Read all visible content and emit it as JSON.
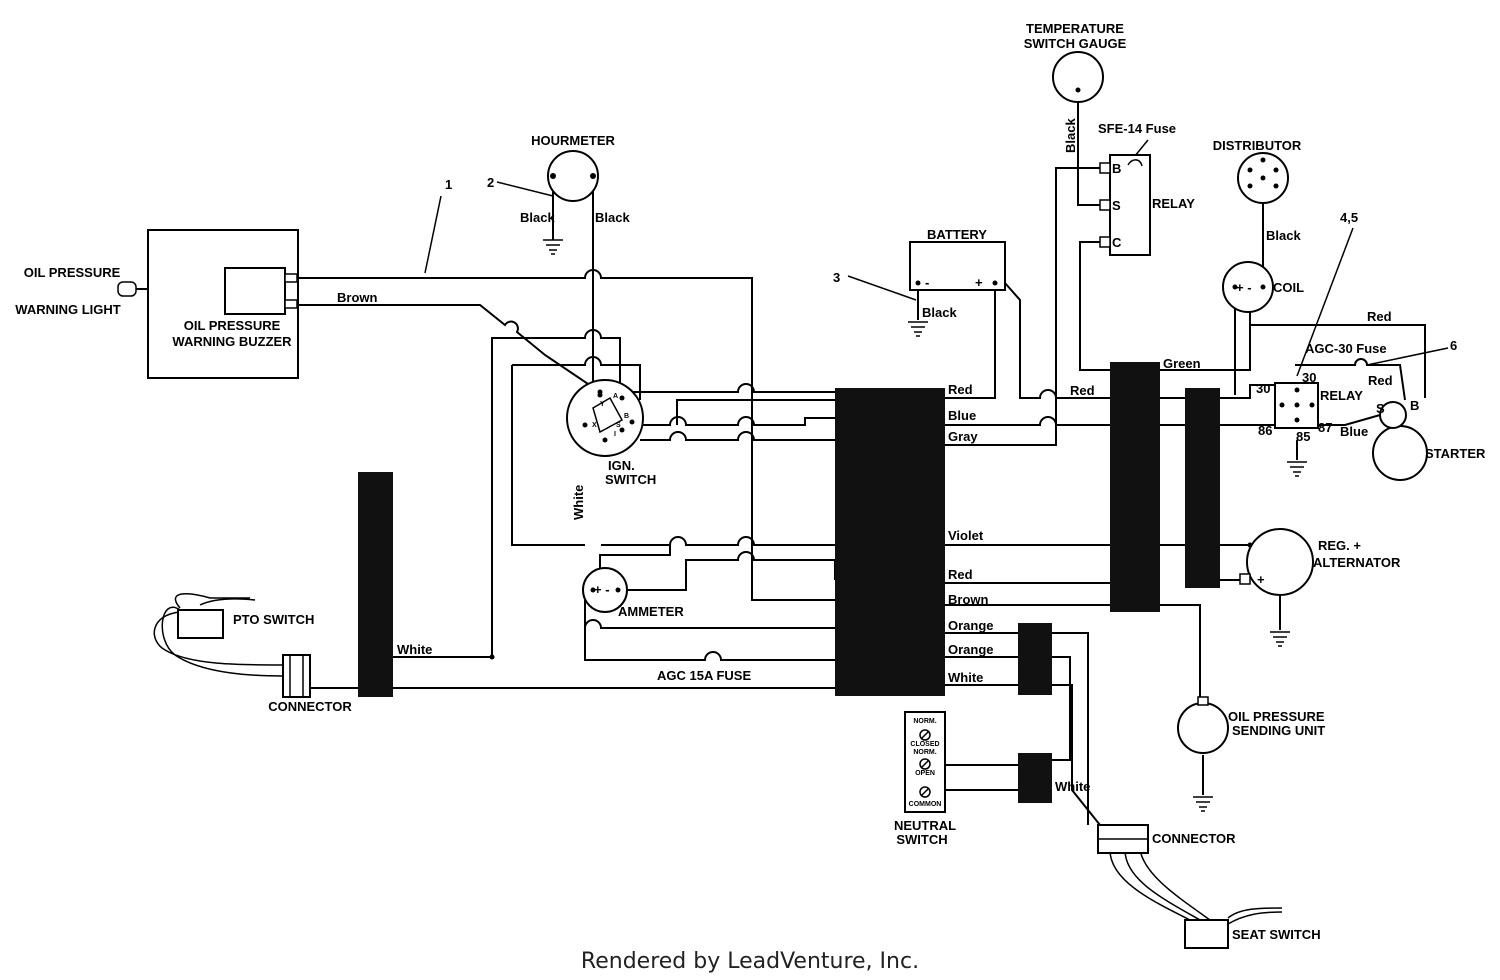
{
  "components": {
    "temp_gauge": "TEMPERATURE SWITCH GAUGE",
    "temp_gauge_l1": "TEMPERATURE",
    "temp_gauge_l2": "SWITCH GAUGE",
    "sfe_fuse": "SFE-14 Fuse",
    "relay_top": "RELAY",
    "relay_top_b": "B",
    "relay_top_s": "S",
    "relay_top_c": "C",
    "distributor": "DISTRIBUTOR",
    "hourmeter": "HOURMETER",
    "battery": "BATTERY",
    "battery_minus": "-",
    "battery_plus": "+",
    "oil_light_l1": "OIL PRESSURE",
    "oil_light_l2": "WARNING LIGHT",
    "buzzer_l1": "OIL PRESSURE",
    "buzzer_l2": "WARNING BUZZER",
    "coil": "COIL",
    "coil_sign": "+ -",
    "agc30": "AGC-30 Fuse",
    "relay_mid": "RELAY",
    "relay_p30a": "30",
    "relay_p30b": "30",
    "relay_p86": "86",
    "relay_p87": "87",
    "relay_p85": "85",
    "starter": "STARTER",
    "starter_s": "S",
    "starter_b": "B",
    "ign_l1": "IGN.",
    "ign_l2": "SWITCH",
    "ign_a": "A",
    "ign_y": "Y",
    "ign_b": "B",
    "ign_s": "S",
    "ign_x": "X",
    "ign_i": "I",
    "alt_l1": "REG. +",
    "alt_l2": "ALTERNATOR",
    "alt_plus": "+",
    "ammeter": "AMMETER",
    "ammeter_sign": "+ -",
    "pto": "PTO SWITCH",
    "connector_left": "CONNECTOR",
    "agc15": "AGC 15A FUSE",
    "oil_send_l1": "OIL PRESSURE",
    "oil_send_l2": "SENDING UNIT",
    "neutral_l1": "NEUTRAL",
    "neutral_l2": "SWITCH",
    "ns_norm1": "NORM.",
    "ns_closed": "CLOSED",
    "ns_norm2": "NORM.",
    "ns_open": "OPEN",
    "ns_common": "COMMON",
    "connector_right": "CONNECTOR",
    "seat": "SEAT SWITCH"
  },
  "callouts": [
    "1",
    "2",
    "3",
    "4,5",
    "6"
  ],
  "wires": {
    "hour_left": "Black",
    "hour_right": "Black",
    "temp": "Black",
    "dist": "Black",
    "battery": "Black",
    "buzzer": "Brown",
    "white_vert": "White",
    "white_pto": "White",
    "white_seat": "White",
    "relay_red_top": "Red",
    "relay_red": "Red",
    "relay_blue": "Blue",
    "green": "Green",
    "mid_red": "Red",
    "block_labels": [
      "Red",
      "Blue",
      "Gray",
      "Violet",
      "Red",
      "Brown",
      "Orange",
      "Orange",
      "White"
    ]
  },
  "footer": "Rendered by LeadVenture, Inc."
}
